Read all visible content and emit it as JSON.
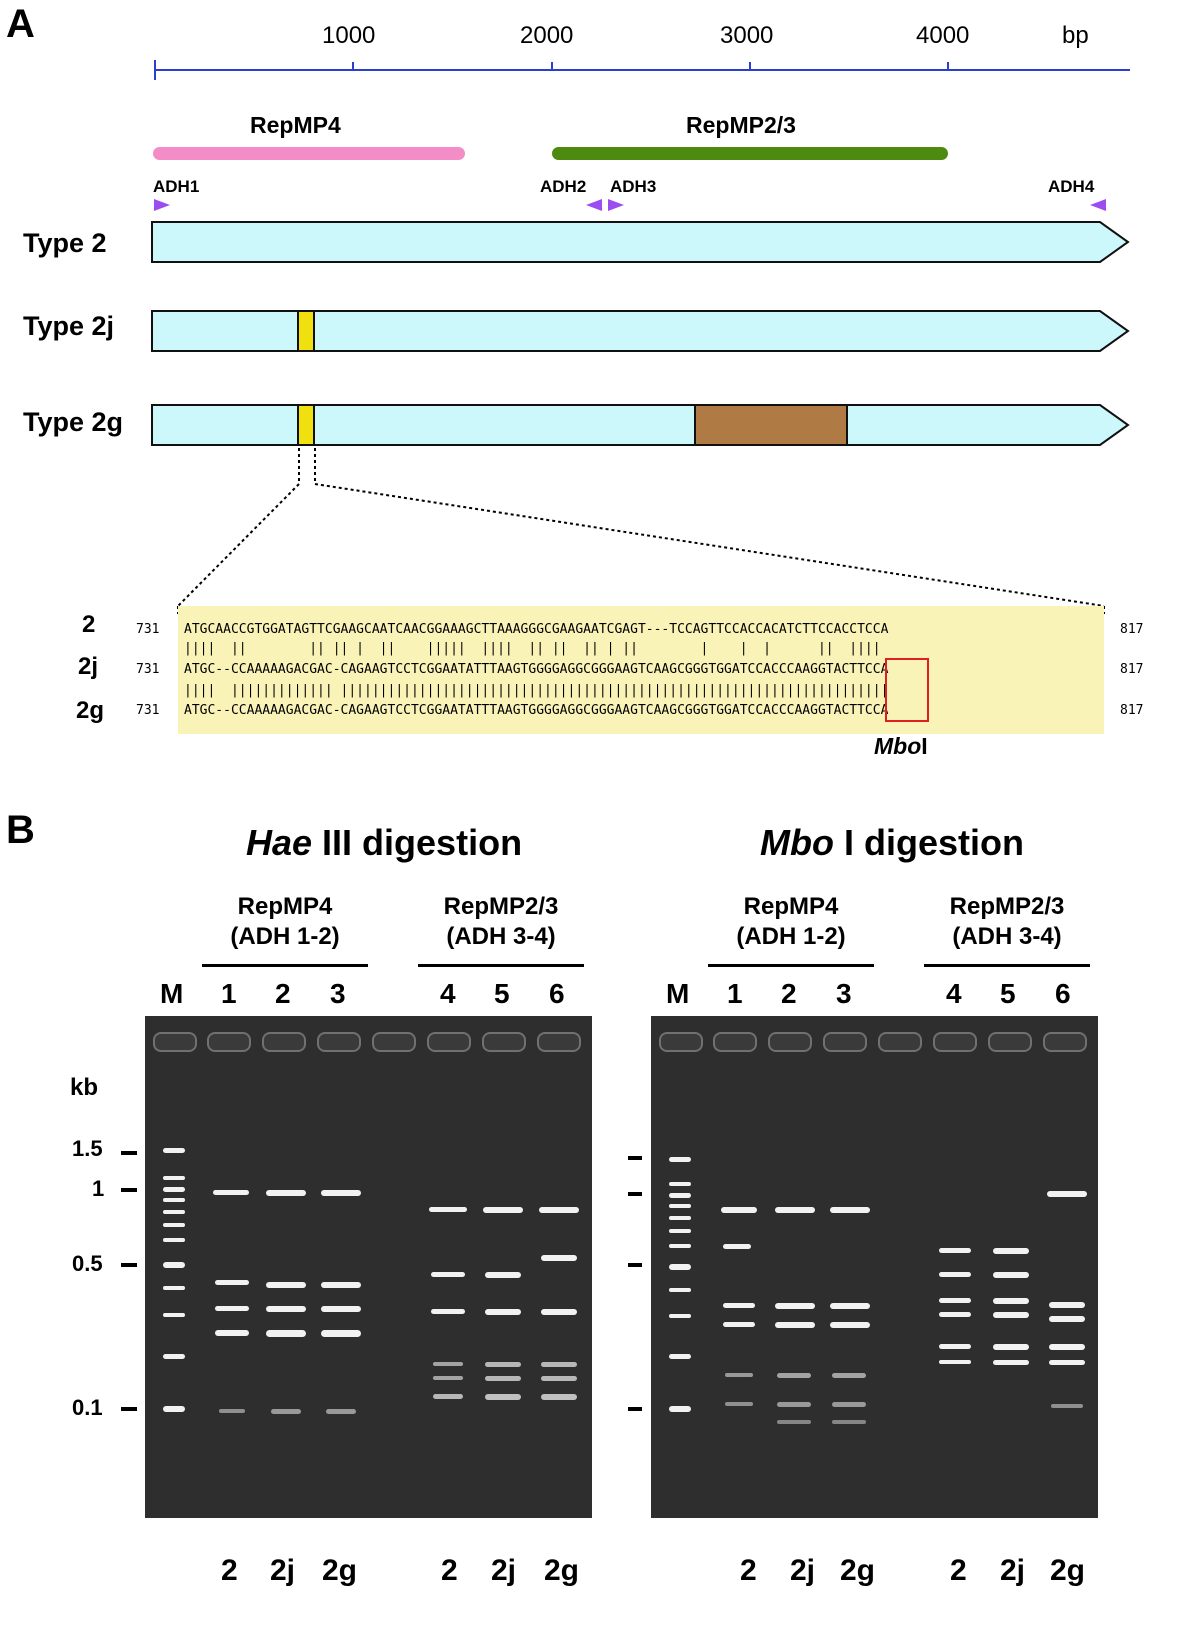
{
  "panelA": {
    "letter": "A",
    "scale": {
      "ticks": [
        "1000",
        "2000",
        "3000",
        "4000"
      ],
      "unit": "bp"
    },
    "regions": [
      {
        "label": "RepMP4",
        "color": "#f48cc8"
      },
      {
        "label": "RepMP2/3",
        "color": "#4f8a10"
      }
    ],
    "primers": [
      "ADH1",
      "ADH2",
      "ADH3",
      "ADH4"
    ],
    "primer_color": "#9b4df0",
    "types": [
      "Type 2",
      "Type 2j",
      "Type 2g"
    ],
    "arrow_fill": "#ccf7fb",
    "insert_yellow": "#f0e010",
    "insert_brown": "#b07a45",
    "alignment": {
      "rows": [
        {
          "label": "2",
          "start": "731",
          "seq": "ATGCAACCGTGGATAGTTCGAAGCAATCAACGGAAAGCTTAAAGGGCGAAGAATCGAGT---TCCAGTTCCACCACATCTTCCACCTCCA",
          "end": "817"
        },
        {
          "label": "2j",
          "start": "731",
          "seq": "ATGC--CCAAAAAGACGAC-CAGAAGTCCTCGGAATATTTAAGTGGGGAGGCGGGAAGTCAAGCGGGTGGATCCACCCAAGGTACTTCCA",
          "end": "817"
        },
        {
          "label": "2g",
          "start": "731",
          "seq": "ATGC--CCAAAAAGACGAC-CAGAAGTCCTCGGAATATTTAAGTGGGGAGGCGGGAAGTCAAGCGGGTGGATCCACCCAAGGTACTTCCA",
          "end": "817"
        }
      ],
      "match1": "||||  ||        || || |  ||    |||||  ||||  || ||  || | ||        |    |  |      ||  ||||",
      "match2": "||||  ||||||||||||| ||||||||||||||||||||||||||||||||||||||||||||||||||||||||||||||||||||||",
      "highlight": "#faf3b8",
      "site_label_italic": "Mbo",
      "site_label_rest": "I"
    }
  },
  "panelB": {
    "letter": "B",
    "gels": [
      {
        "title_italic": "Hae",
        "title_rest": " III digestion",
        "group1": [
          "RepMP4",
          "(ADH 1-2)"
        ],
        "group2": [
          "RepMP2/3",
          "(ADH 3-4)"
        ],
        "lanes": [
          "M",
          "1",
          "2",
          "3",
          "4",
          "5",
          "6"
        ],
        "bottom": [
          "2",
          "2j",
          "2g",
          "2",
          "2j",
          "2g"
        ]
      },
      {
        "title_italic": "Mbo",
        "title_rest": " I digestion",
        "group1": [
          "RepMP4",
          "(ADH 1-2)"
        ],
        "group2": [
          "RepMP2/3",
          "(ADH 3-4)"
        ],
        "lanes": [
          "M",
          "1",
          "2",
          "3",
          "4",
          "5",
          "6"
        ],
        "bottom": [
          "2",
          "2j",
          "2g",
          "2",
          "2j",
          "2g"
        ]
      }
    ],
    "size_unit": "kb",
    "size_marks": [
      "1.5",
      "1",
      "0.5",
      "0.1"
    ]
  }
}
